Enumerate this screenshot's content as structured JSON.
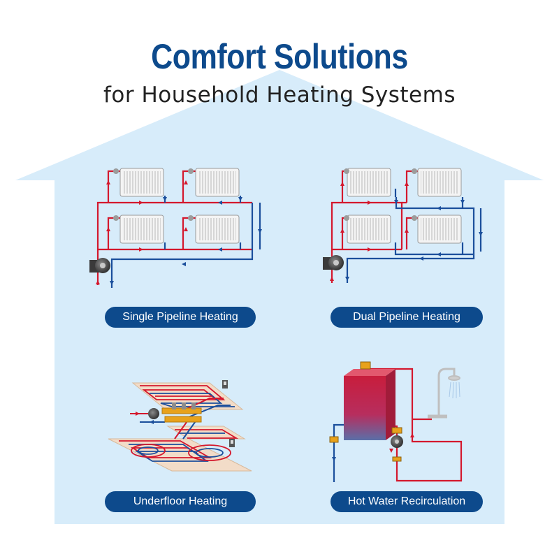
{
  "title": "Comfort Solutions",
  "subtitle": "for Household Heating Systems",
  "panels": [
    {
      "label": "Single Pipeline Heating"
    },
    {
      "label": "Dual Pipeline Heating"
    },
    {
      "label": "Underfloor Heating"
    },
    {
      "label": "Hot Water Recirculation"
    }
  ],
  "colors": {
    "house": "#d7ecfa",
    "title": "#0d4a8c",
    "label_bg": "#0d4a8c",
    "supply": "#d4182d",
    "return": "#1b4f9c",
    "floor_panel": "#f2dcc8"
  },
  "icons": [
    "radiator-icon",
    "circulation-pump-icon",
    "boiler-icon",
    "shower-icon",
    "manifold-icon",
    "thermostat-icon"
  ]
}
